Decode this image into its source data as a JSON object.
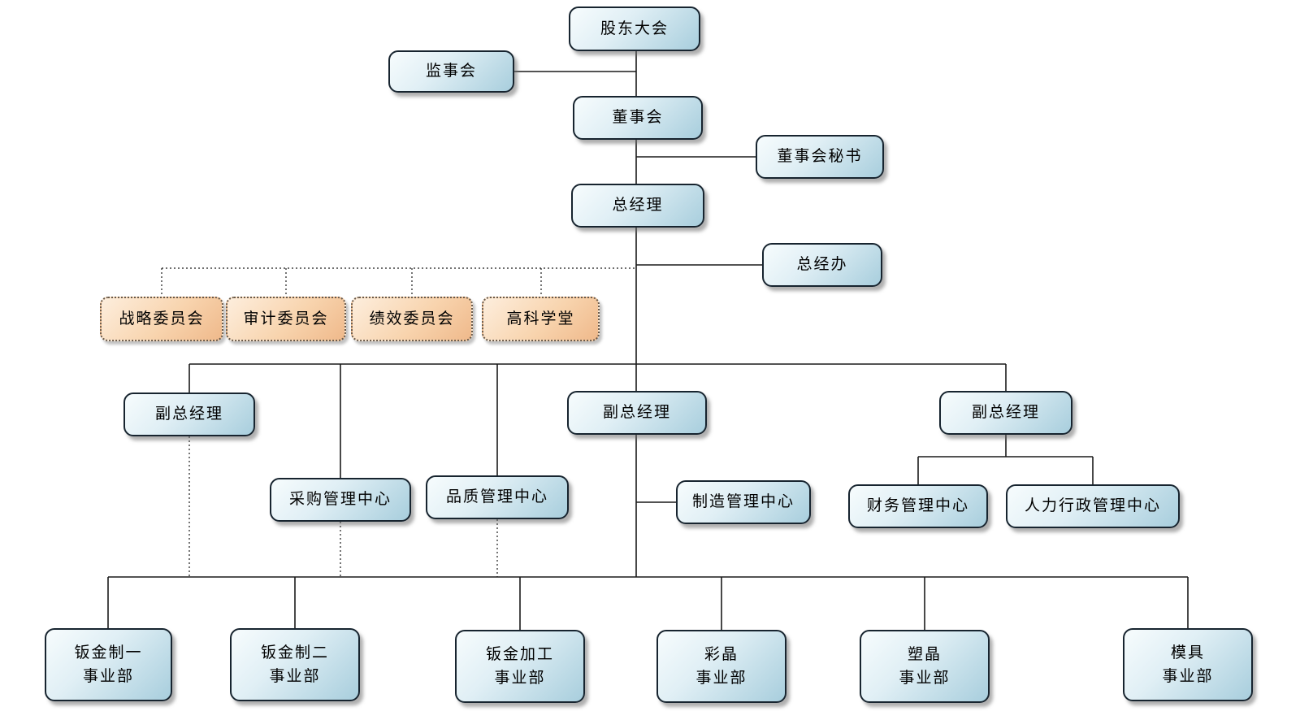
{
  "org_chart": {
    "type": "org-chart",
    "nodes": {
      "shareholders_meeting": {
        "label": "股东大会"
      },
      "supervisory_board": {
        "label": "监事会"
      },
      "board_of_directors": {
        "label": "董事会"
      },
      "board_secretary": {
        "label": "董事会秘书"
      },
      "general_manager": {
        "label": "总经理"
      },
      "gm_office": {
        "label": "总经办"
      },
      "strategy_committee": {
        "label": "战略委员会"
      },
      "audit_committee": {
        "label": "审计委员会"
      },
      "performance_committee": {
        "label": "绩效委员会"
      },
      "gaoke_academy": {
        "label": "高科学堂"
      },
      "deputy_gm_left": {
        "label": "副总经理"
      },
      "deputy_gm_center": {
        "label": "副总经理"
      },
      "deputy_gm_right": {
        "label": "副总经理"
      },
      "procurement_center": {
        "label": "采购管理中心"
      },
      "quality_center": {
        "label": "品质管理中心"
      },
      "manufacturing_center": {
        "label": "制造管理中心"
      },
      "finance_center": {
        "label": "财务管理中心"
      },
      "hr_admin_center": {
        "label": "人力行政管理中心"
      },
      "sheet_metal_mfg1_bu": {
        "line1": "钣金制一",
        "line2": "事业部"
      },
      "sheet_metal_mfg2_bu": {
        "line1": "钣金制二",
        "line2": "事业部"
      },
      "sheet_metal_processing_bu": {
        "line1": "钣金加工",
        "line2": "事业部"
      },
      "color_crystal_bu": {
        "line1": "彩晶",
        "line2": "事业部"
      },
      "plastic_crystal_bu": {
        "line1": "塑晶",
        "line2": "事业部"
      },
      "mold_bu": {
        "line1": "模具",
        "line2": "事业部"
      }
    },
    "colors": {
      "node_border": "#17242f",
      "node_fill_light": "#f7fcfd",
      "node_fill_dark": "#a8cedd",
      "committee_border": "#6a5a4a",
      "committee_fill_light": "#fdeedd",
      "committee_fill_dark": "#efb98b",
      "line_color": "#1a1a1a"
    }
  }
}
